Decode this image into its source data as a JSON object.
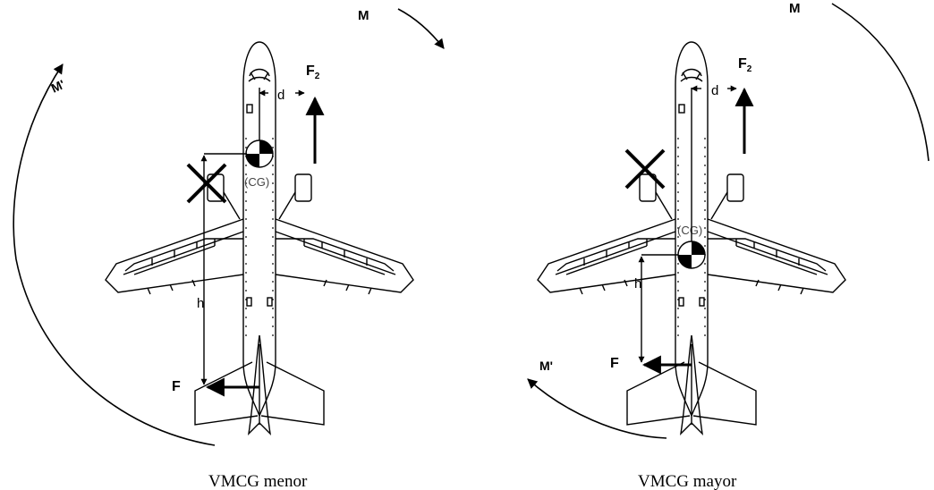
{
  "left_panel": {
    "caption": "VMCG menor",
    "labels": {
      "moment": "M",
      "moment_prime": "M'",
      "force": "F",
      "force_2": "F",
      "force_2_sub": "2",
      "distance_d": "d",
      "distance_h": "h",
      "cg": "(CG)"
    }
  },
  "right_panel": {
    "caption": "VMCG mayor",
    "labels": {
      "moment": "M",
      "moment_prime": "M'",
      "force": "F",
      "force_2": "F",
      "force_2_sub": "2",
      "distance_d": "d",
      "distance_h": "h",
      "cg": "(CG)"
    }
  },
  "colors": {
    "ink": "#000000",
    "background": "#ffffff"
  },
  "icons": {
    "engine_failed": "x-cross-icon",
    "center_of_gravity": "cg-symbol-icon"
  }
}
